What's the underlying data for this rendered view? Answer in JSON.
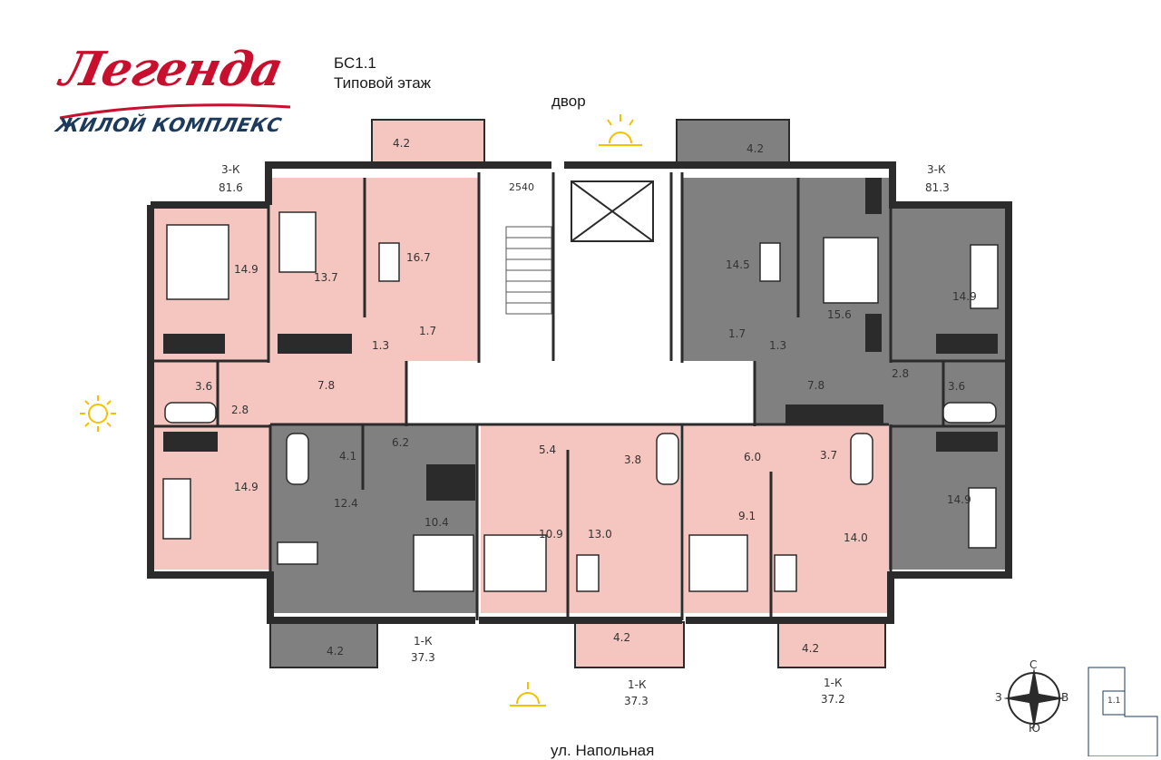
{
  "logo": {
    "title": "Легенда",
    "subtitle": "ЖИЛОЙ КОМПЛЕКС"
  },
  "header": {
    "building": "БС1.1",
    "floor": "Типовой этаж"
  },
  "courtyard": "двор",
  "street": "ул. Напольная",
  "dimension": "2540",
  "compass": {
    "n": "С",
    "s": "Ю",
    "w": "З",
    "e": "В"
  },
  "minimap_label": "1.1",
  "colors": {
    "pink": "#f5c6c0",
    "gray": "#808080",
    "wall": "#2b2b2b",
    "accent": "#c8102e",
    "sun": "#f2c200"
  },
  "apartments": [
    {
      "type": "3-К",
      "area": "81.6"
    },
    {
      "type": "3-К",
      "area": "81.3"
    },
    {
      "type": "1-К",
      "area": "37.3"
    },
    {
      "type": "1-К",
      "area": "37.3"
    },
    {
      "type": "1-К",
      "area": "37.2"
    }
  ],
  "rooms": {
    "balc_tl": "4.2",
    "balc_tr": "4.2",
    "balc_bl": "4.2",
    "balc_bm": "4.2",
    "balc_br": "4.2",
    "r_149_tl": "14.9",
    "r_137": "13.7",
    "r_167": "16.7",
    "r_17_l": "1.7",
    "r_13_l": "1.3",
    "r_78_l": "7.8",
    "r_36_l": "3.6",
    "r_28_l": "2.8",
    "r_149_ml": "14.9",
    "r_41": "4.1",
    "r_62": "6.2",
    "r_124": "12.4",
    "r_104": "10.4",
    "r_54": "5.4",
    "r_38": "3.8",
    "r_109": "10.9",
    "r_130": "13.0",
    "r_60": "6.0",
    "r_37": "3.7",
    "r_91": "9.1",
    "r_140": "14.0",
    "r_145": "14.5",
    "r_156": "15.6",
    "r_17_r": "1.7",
    "r_13_r": "1.3",
    "r_149_tr": "14.9",
    "r_78_r": "7.8",
    "r_28_r": "2.8",
    "r_36_r": "3.6",
    "r_149_mr": "14.9"
  }
}
